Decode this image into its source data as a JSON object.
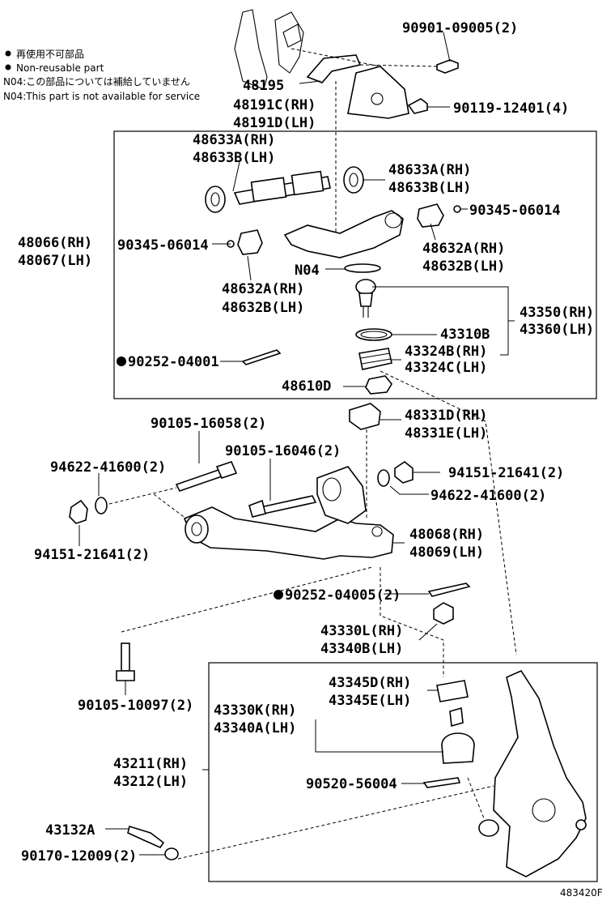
{
  "notes": {
    "jp_non_reusable": "再使用不可部品",
    "en_non_reusable": "Non-reusable part",
    "jp_n04": "N04:この部品については補給していません",
    "en_n04": "N04:This part is not available for service"
  },
  "labels": {
    "p90901": "90901-09005(2)",
    "p48195": "48195",
    "p48191c": "48191C(RH)",
    "p48191d": "48191D(LH)",
    "p90119": "90119-12401(4)",
    "p48633a_l": "48633A(RH)",
    "p48633b_l": "48633B(LH)",
    "p48633a_r": "48633A(RH)",
    "p48633b_r": "48633B(LH)",
    "p90345_r": "90345-06014",
    "p48066": "48066(RH)",
    "p48067": "48067(LH)",
    "p90345_l": "90345-06014",
    "p48632a_r": "48632A(RH)",
    "p48632b_r": "48632B(LH)",
    "pN04": "N04",
    "p48632a_l": "48632A(RH)",
    "p48632b_l": "48632B(LH)",
    "p43350": "43350(RH)",
    "p43360": "43360(LH)",
    "p43310b": "43310B",
    "p43324b": "43324B(RH)",
    "p43324c": "43324C(LH)",
    "p90252_1": "90252-04001",
    "p48610d": "48610D",
    "p48331d": "48331D(RH)",
    "p48331e": "48331E(LH)",
    "p90105_16058": "90105-16058(2)",
    "p90105_16046": "90105-16046(2)",
    "p94622_l": "94622-41600(2)",
    "p94151_r": "94151-21641(2)",
    "p94622_r": "94622-41600(2)",
    "p48068": "48068(RH)",
    "p48069": "48069(LH)",
    "p94151_l": "94151-21641(2)",
    "p90252_2": "90252-04005(2)",
    "p43330l": "43330L(RH)",
    "p43340b": "43340B(LH)",
    "p90105_10097": "90105-10097(2)",
    "p43345d": "43345D(RH)",
    "p43345e": "43345E(LH)",
    "p43330k": "43330K(RH)",
    "p43340a": "43340A(LH)",
    "p43211": "43211(RH)",
    "p43212": "43212(LH)",
    "p90520": "90520-56004",
    "p43132a": "43132A",
    "p90170": "90170-12009(2)",
    "diagram_code": "483420F"
  }
}
